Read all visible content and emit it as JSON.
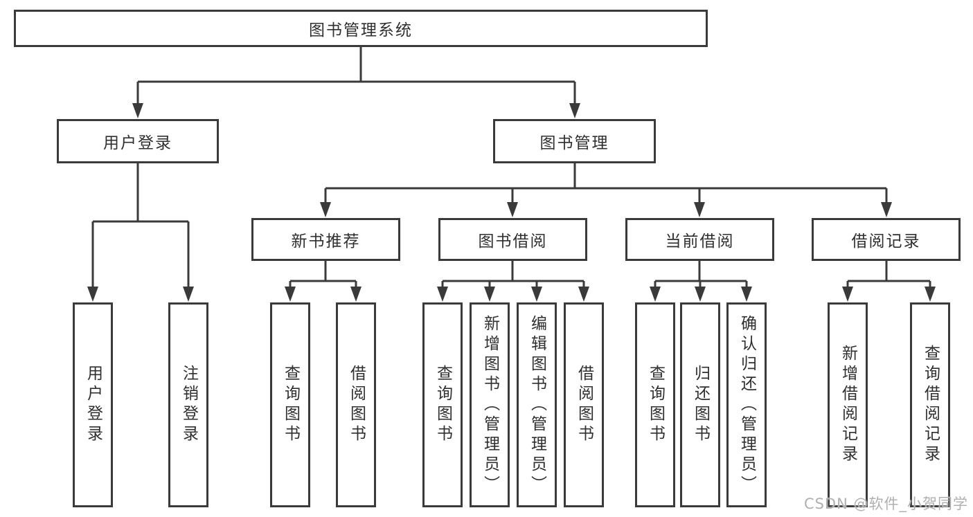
{
  "diagram": {
    "root": {
      "label": "图书管理系统"
    },
    "branches": [
      {
        "label": "用户登录",
        "children": [
          {
            "label": "用户登录"
          },
          {
            "label": "注销登录"
          }
        ]
      },
      {
        "label": "图书管理",
        "children": [
          {
            "label": "新书推荐",
            "children": [
              {
                "label": "查询图书"
              },
              {
                "label": "借阅图书"
              }
            ]
          },
          {
            "label": "图书借阅",
            "children": [
              {
                "label": "查询图书"
              },
              {
                "label": "新增图书（管理员）"
              },
              {
                "label": "编辑图书（管理员）"
              },
              {
                "label": "借阅图书"
              }
            ]
          },
          {
            "label": "当前借阅",
            "children": [
              {
                "label": "查询图书"
              },
              {
                "label": "归还图书"
              },
              {
                "label": "确认归还（管理员）"
              }
            ]
          },
          {
            "label": "借阅记录",
            "children": [
              {
                "label": "新增借阅记录"
              },
              {
                "label": "查询借阅记录"
              }
            ]
          }
        ]
      }
    ]
  },
  "watermark": {
    "text": "CSDN @软件_小贺同学"
  },
  "colors": {
    "line": "#3a3a3a",
    "box_border": "#3a3a3a",
    "box_fill": "#ffffff",
    "text": "#2f2f2f",
    "watermark": "#b0b0b0",
    "background": "#ffffff"
  }
}
